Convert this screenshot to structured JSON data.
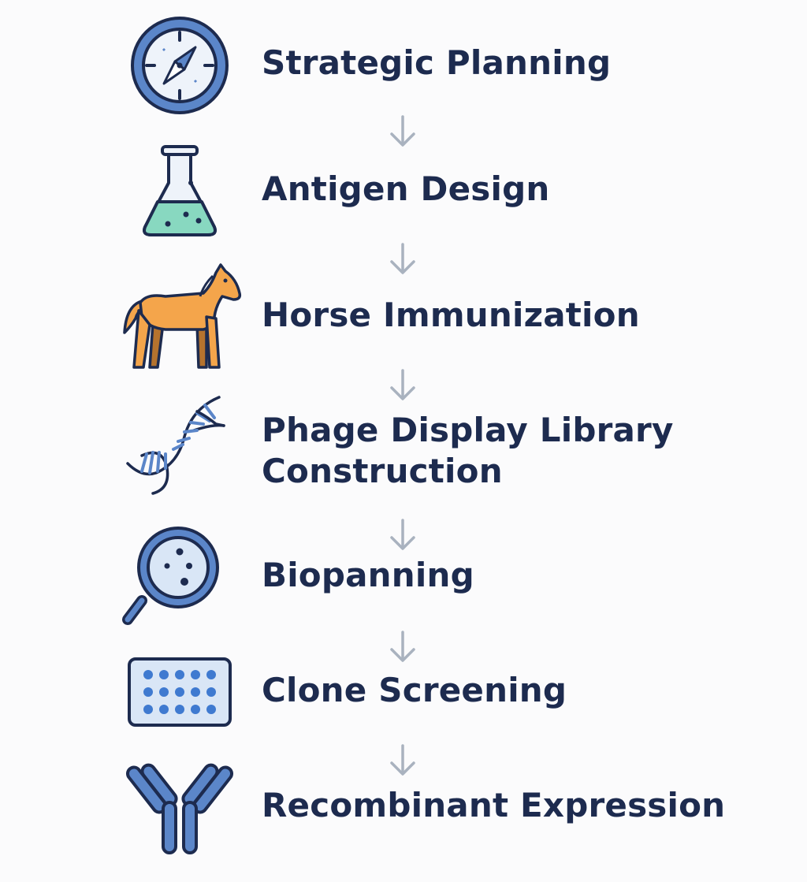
{
  "steps": [
    {
      "label": "Strategic Planning",
      "icon": "compass-icon"
    },
    {
      "label": "Antigen Design",
      "icon": "flask-icon"
    },
    {
      "label": "Horse Immunization",
      "icon": "horse-icon"
    },
    {
      "label": "Phage Display Library\nConstruction",
      "icon": "dna-icon"
    },
    {
      "label": "Biopanning",
      "icon": "magnifier-petri-icon"
    },
    {
      "label": "Clone Screening",
      "icon": "well-plate-icon"
    },
    {
      "label": "Recombinant Expression",
      "icon": "antibody-icon"
    }
  ],
  "colors": {
    "text": "#1d2b4f",
    "outline": "#1d2b4f",
    "icon_blue": "#5b86c9",
    "icon_light_blue": "#d9e6f6",
    "flask_liquid": "#88d8c0",
    "horse_orange": "#f4a54b",
    "arrow_gray": "#a9b2bf",
    "background": "#fbfbfc"
  }
}
